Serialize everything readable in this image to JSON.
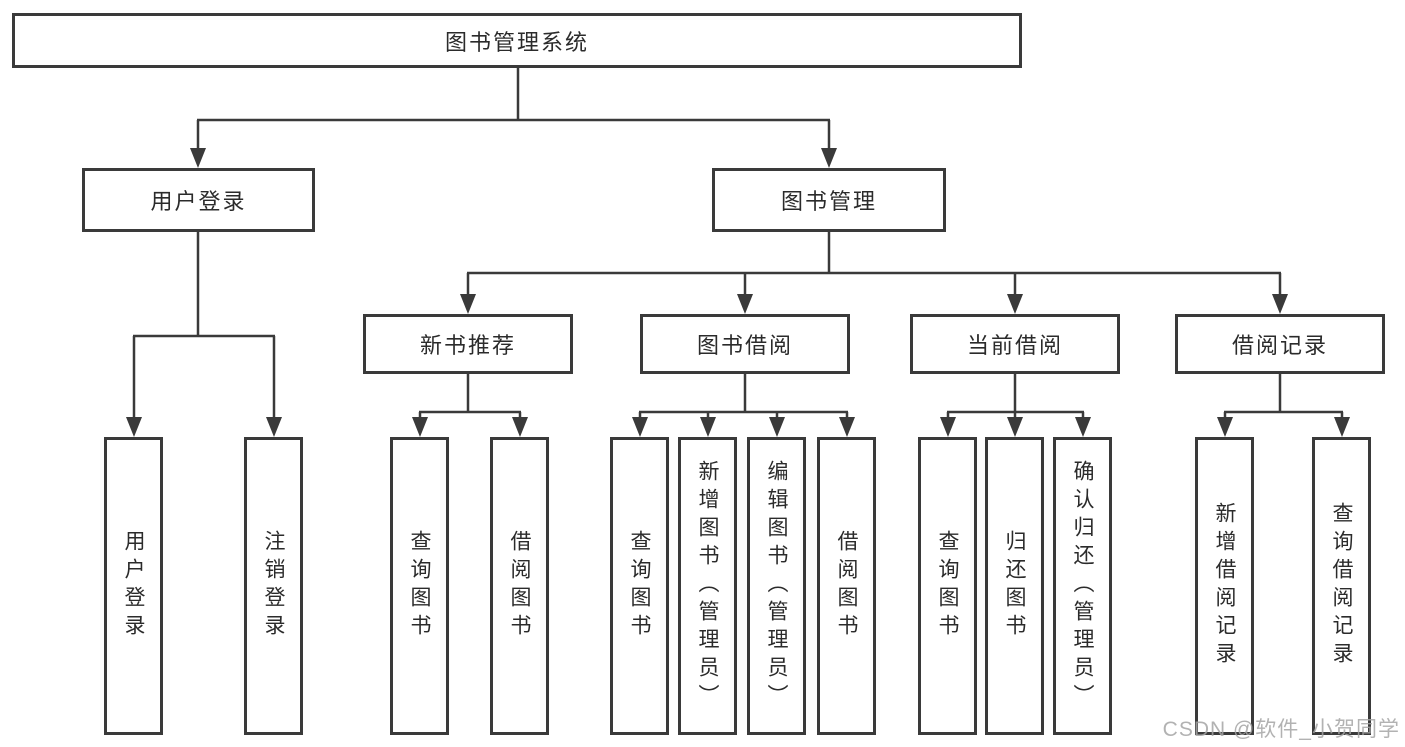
{
  "tree": {
    "root": {
      "label": "图书管理系统"
    },
    "level2": [
      {
        "id": "user-login",
        "label": "用户登录",
        "children": [
          {
            "label": "用户登录"
          },
          {
            "label": "注销登录"
          }
        ]
      },
      {
        "id": "book-management",
        "label": "图书管理",
        "children": [
          {
            "id": "new-book-recommend",
            "label": "新书推荐",
            "children": [
              {
                "label": "查询图书"
              },
              {
                "label": "借阅图书"
              }
            ]
          },
          {
            "id": "book-borrowing",
            "label": "图书借阅",
            "children": [
              {
                "label": "查询图书"
              },
              {
                "label": "新增图书（管理员）"
              },
              {
                "label": "编辑图书（管理员）"
              },
              {
                "label": "借阅图书"
              }
            ]
          },
          {
            "id": "current-borrowing",
            "label": "当前借阅",
            "children": [
              {
                "label": "查询图书"
              },
              {
                "label": "归还图书"
              },
              {
                "label": "确认归还（管理员）"
              }
            ]
          },
          {
            "id": "borrowing-records",
            "label": "借阅记录",
            "children": [
              {
                "label": "新增借阅记录"
              },
              {
                "label": "查询借阅记录"
              }
            ]
          }
        ]
      }
    ]
  },
  "watermark": "CSDN @软件_小贺同学",
  "colors": {
    "line": "#3a3a3a",
    "text": "#2b2b2b",
    "background": "#ffffff",
    "watermark": "#a5a5a5"
  }
}
